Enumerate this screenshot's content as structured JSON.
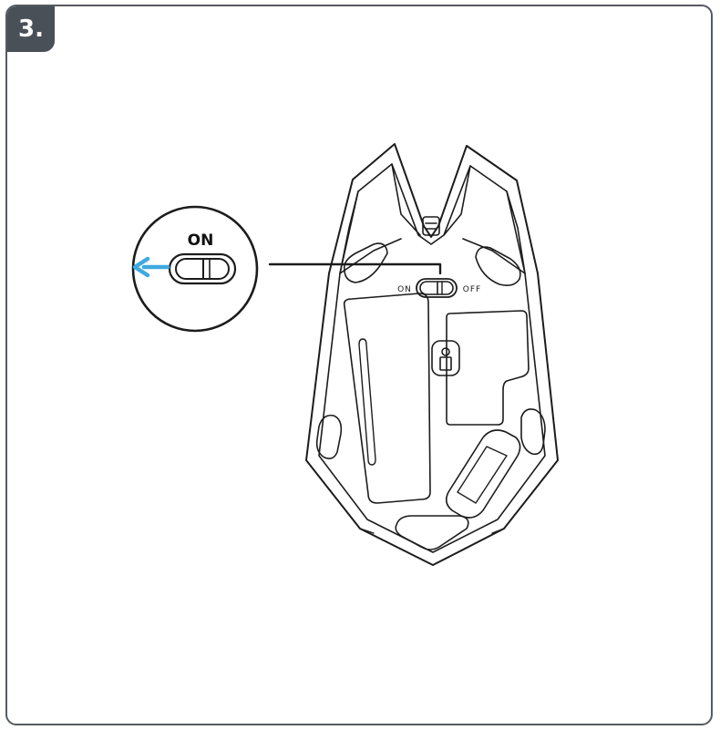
{
  "step": {
    "number": "3."
  },
  "callout": {
    "label": "ON",
    "arrow_color": "#3fa9e0"
  },
  "switch": {
    "on_label": "ON",
    "off_label": "OFF"
  }
}
